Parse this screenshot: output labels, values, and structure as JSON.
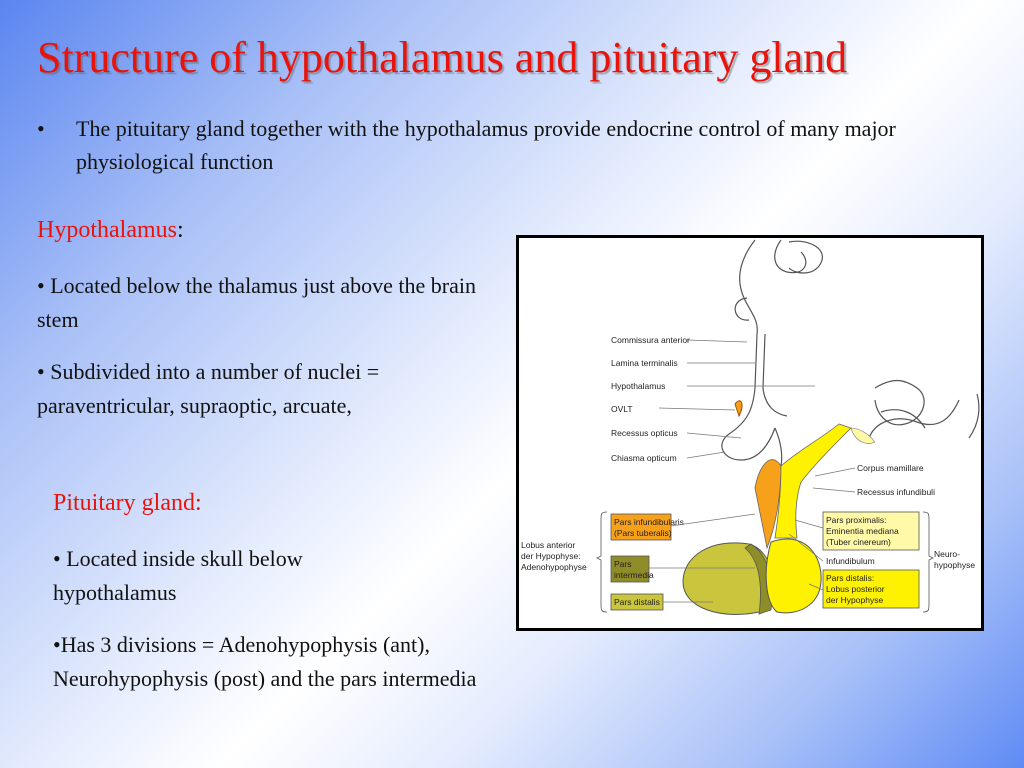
{
  "slide": {
    "title": "Structure of hypothalamus and pituitary gland",
    "intro_bullet": "•",
    "intro_text": "The pituitary gland together with the hypothalamus provide endocrine control of many major physiological function"
  },
  "hypothalamus": {
    "heading": "Hypothalamus",
    "colon": ":",
    "points": [
      "• Located below the thalamus just above the brain stem",
      "• Subdivided into a number of nuclei = paraventricular, supraoptic, arcuate,"
    ]
  },
  "pituitary": {
    "heading": "Pituitary gland:",
    "points": [
      "• Located  inside skull below hypothalamus",
      "•Has 3 divisions = Adenohypophysis (ant), Neurohypophysis (post) and the pars intermedia"
    ]
  },
  "diagram": {
    "left_labels": [
      "Commissura anterior",
      "Lamina terminalis",
      "Hypothalamus",
      "OVLT",
      "Recessus opticus",
      "Chiasma opticum"
    ],
    "right_labels": [
      "Corpus mamillare",
      "Recessus infundibuli"
    ],
    "adeno_group": [
      "Lobus anterior",
      "der Hypophyse:",
      "Adenohypophyse"
    ],
    "adeno_boxes": {
      "infundibularis": [
        "Pars infundibularis",
        "(Pars tuberalis)"
      ],
      "intermedia": [
        "Pars",
        "intermedia"
      ],
      "distalis": "Pars distalis"
    },
    "neuro_boxes": {
      "proximalis": [
        "Pars proximalis:",
        "Eminentia mediana",
        "(Tuber cinereum)"
      ],
      "infundibulum": "Infundibulum",
      "distalis": [
        "Pars distalis:",
        "Lobus posterior",
        "der Hypophyse"
      ]
    },
    "neuro_group": [
      "Neuro-",
      "hypophyse"
    ],
    "colors": {
      "orange": "#f7a11a",
      "yellow": "#fff200",
      "olive": "#c9c53c",
      "outline": "#555555"
    }
  }
}
